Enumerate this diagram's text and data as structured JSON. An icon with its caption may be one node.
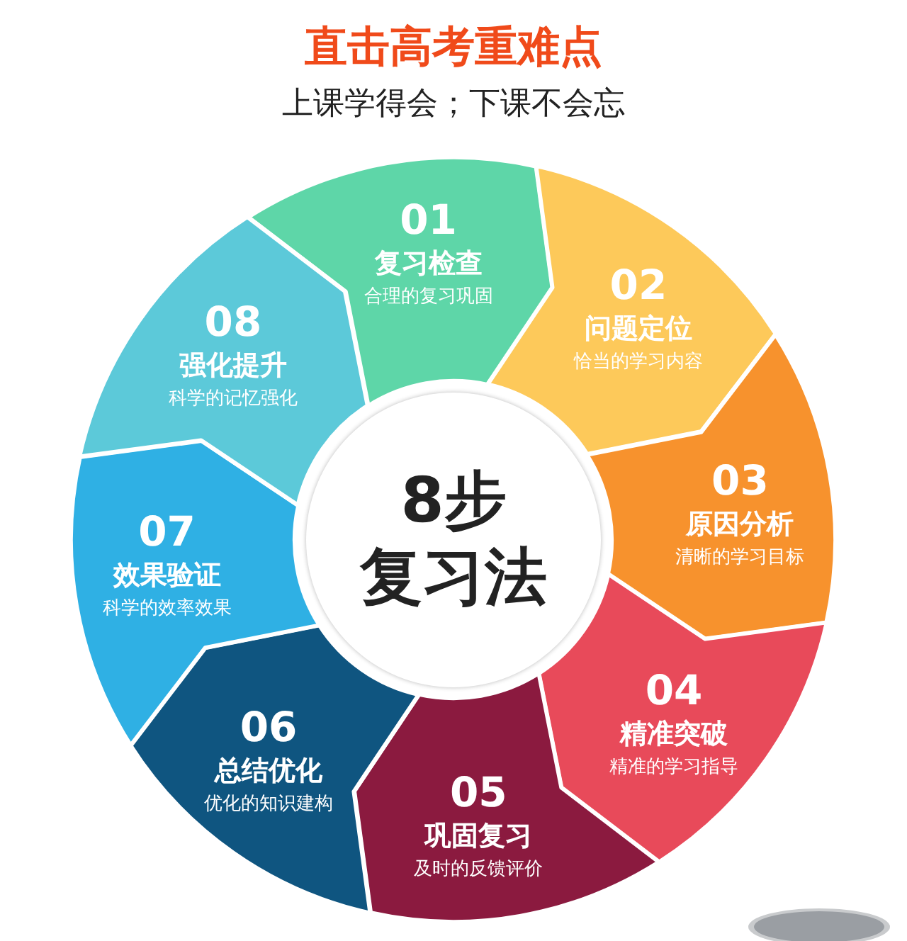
{
  "diagram": {
    "title": "直击高考重难点",
    "nodes": [
      {
        "text": [
          "01",
          "复习检查",
          "合理的复习巩固"
        ]
      },
      {
        "text": [
          "02",
          "问题定位",
          "恰当的学习内容"
        ]
      },
      {
        "text": [
          "03",
          "原因分析",
          "清晰的学习目标"
        ]
      },
      {
        "text": [
          "04",
          "精准突破",
          "精准的学习指导"
        ]
      },
      {
        "text": [
          "05",
          "巩固复习",
          "及时的反馈评价"
        ]
      },
      {
        "text": [
          "06",
          "总结优化",
          "优化的知识建构"
        ]
      },
      {
        "text": [
          "07",
          "效果验证",
          "科学的效率效果"
        ]
      },
      {
        "text": [
          "08",
          "强化提升",
          "科学的记忆强化"
        ]
      },
      {
        "text": [
          "8步",
          "复习法"
        ]
      }
    ],
    "labels": [
      "上课学得会；下课不会忘"
    ]
  }
}
